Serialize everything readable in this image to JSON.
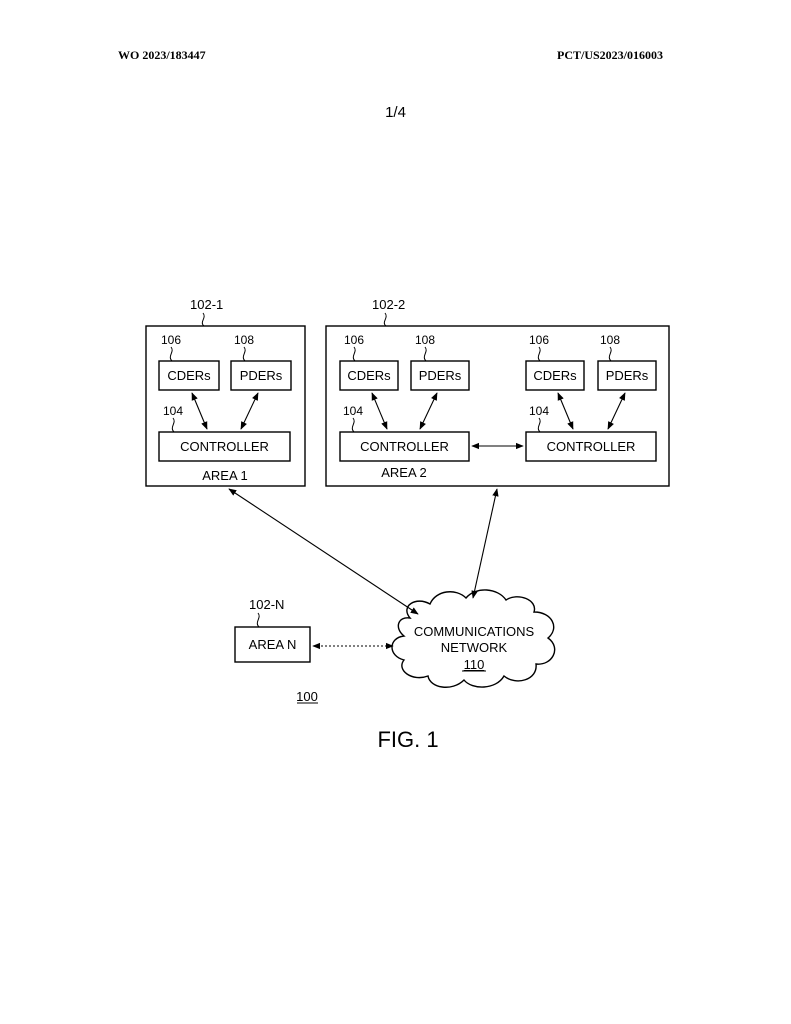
{
  "header": {
    "publication_number": "WO 2023/183447",
    "application_number": "PCT/US2023/016003",
    "sheet": "1/4"
  },
  "diagram": {
    "areas": {
      "area1": {
        "ref": "102-1",
        "label": "AREA 1"
      },
      "area2": {
        "ref": "102-2",
        "label": "AREA 2"
      },
      "areaN": {
        "ref": "102-N",
        "label": "AREA N"
      }
    },
    "nodes": {
      "cders": {
        "ref": "106",
        "label": "CDERs"
      },
      "pders": {
        "ref": "108",
        "label": "PDERs"
      },
      "controller": {
        "ref": "104",
        "label": "CONTROLLER"
      }
    },
    "network": {
      "line1": "COMMUNICATIONS",
      "line2": "NETWORK",
      "ref": "110"
    },
    "system_ref": "100",
    "figure_label": "FIG. 1"
  }
}
